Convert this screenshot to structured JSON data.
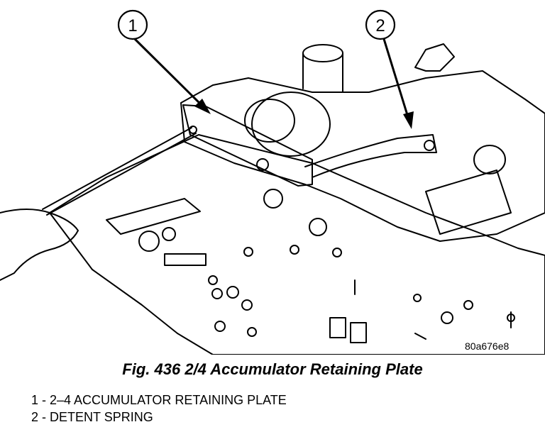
{
  "callouts": [
    {
      "number": "1"
    },
    {
      "number": "2"
    }
  ],
  "figure_code": "80a676e8",
  "caption": "Fig. 436 2/4 Accumulator Retaining Plate",
  "legend": [
    {
      "number": "1",
      "label": "2–4 ACCUMULATOR RETAINING PLATE"
    },
    {
      "number": "2",
      "label": "DETENT SPRING"
    }
  ]
}
